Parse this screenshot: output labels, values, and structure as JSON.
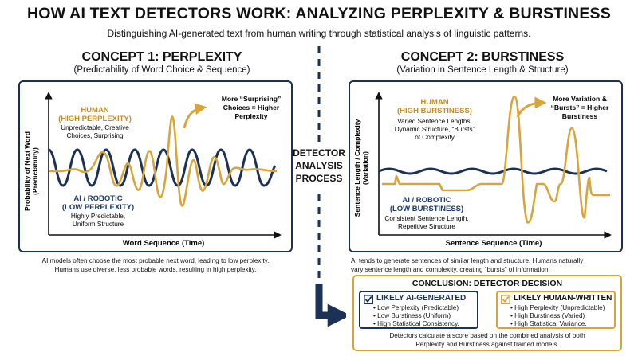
{
  "header": {
    "title": "HOW AI TEXT DETECTORS WORK: ANALYZING PERPLEXITY & BURSTINESS",
    "subtitle": "Distinguishing AI-generated text from human writing through statistical analysis of linguistic patterns."
  },
  "perplexity": {
    "title": "CONCEPT 1: PERPLEXITY",
    "subtitle": "(Predictability of Word Choice & Sequence)",
    "y_axis": "Probability of Next Word",
    "y_axis2": "(Predictability)",
    "x_axis": "Word Sequence (Time)",
    "human_title": "HUMAN",
    "human_sub": "(HIGH PERPLEXITY)",
    "human_desc1": "Unpredictable, Creative",
    "human_desc2": "Choices, Surprising",
    "callout1": "More “Surprising”",
    "callout2": "Choices = Higher",
    "callout3": "Perplexity",
    "ai_title": "AI / ROBOTIC",
    "ai_sub": "(LOW PERPLEXITY)",
    "ai_desc1": "Highly Predictable,",
    "ai_desc2": "Uniform Structure",
    "caption1": "AI models often choose the most probable next word, leading to low perplexity.",
    "caption2": "Humans use diverse, less probable words, resulting in high perplexity."
  },
  "burstiness": {
    "title": "CONCEPT 2: BURSTINESS",
    "subtitle": "(Variation in Sentence Length & Structure)",
    "y_axis": "Sentence Length / Complexity",
    "y_axis2": "(Variation)",
    "x_axis": "Sentence Sequence (Time)",
    "human_title": "HUMAN",
    "human_sub": "(HIGH BURSTINESS)",
    "human_desc1": "Varied Sentence Lengths,",
    "human_desc2": "Dynamic Structure, “Bursts”",
    "human_desc3": "of Complexity",
    "callout1": "More Variation &",
    "callout2": "“Bursts” = Higher",
    "callout3": "Burstiness",
    "ai_title": "AI / ROBOTIC",
    "ai_sub": "(LOW BURSTINESS)",
    "ai_desc1": "Consistent Sentence Length,",
    "ai_desc2": "Repetitive Structure",
    "caption1": "AI tends to generate sentences of similar length and structure. Humans naturally",
    "caption2": "vary sentence length and complexity, creating “bursts” of information."
  },
  "middle": {
    "line1": "DETECTOR",
    "line2": "ANALYSIS",
    "line3": "PROCESS"
  },
  "conclusion": {
    "title": "CONCLUSION: DETECTOR DECISION",
    "ai_box": {
      "title": "LIKELY AI-GENERATED",
      "items": [
        "• Low Perplexity (Predictable)",
        "• Low Burstiness (Uniform)",
        "• High Statistical Consistency."
      ]
    },
    "human_box": {
      "title": "LIKELY HUMAN-WRITTEN",
      "items": [
        "• High Perplexity (Unpredictable)",
        "• High Burstiness (Varied)",
        "• High Statistical Variance."
      ]
    },
    "footer1": "Detectors calculate a score based on the combined analysis of both",
    "footer2": "Perplexity and Burstiness against trained models."
  },
  "colors": {
    "navy": "#1c3156",
    "gold": "#d9a53a",
    "gold_text": "#c48e20",
    "ai_text": "#1c3a6e"
  }
}
